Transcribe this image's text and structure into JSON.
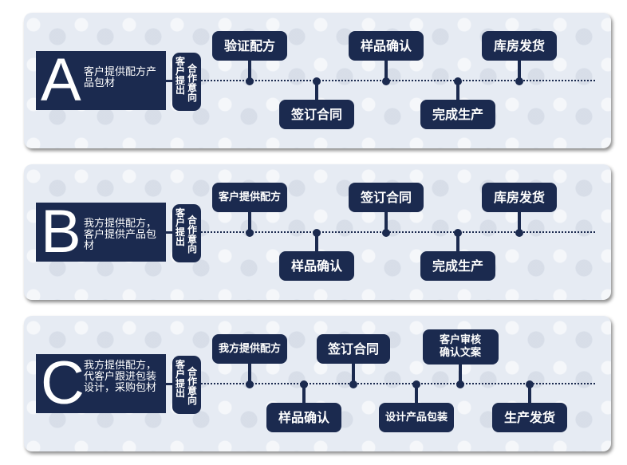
{
  "plans": [
    {
      "letter": "A",
      "description": "客户提供配方产品包材",
      "pill_left": "客户提出",
      "pill_right": "合作意向",
      "steps": [
        {
          "label": "验证配方",
          "pos": "top"
        },
        {
          "label": "签订合同",
          "pos": "bottom"
        },
        {
          "label": "样品确认",
          "pos": "top"
        },
        {
          "label": "完成生产",
          "pos": "bottom"
        },
        {
          "label": "库房发货",
          "pos": "top"
        }
      ]
    },
    {
      "letter": "B",
      "description": "我方提供配方，客户提供产品包材",
      "pill_left": "客户提出",
      "pill_right": "合作意向",
      "steps": [
        {
          "label": "客户提供配方",
          "pos": "top"
        },
        {
          "label": "样品确认",
          "pos": "bottom"
        },
        {
          "label": "签订合同",
          "pos": "top"
        },
        {
          "label": "完成生产",
          "pos": "bottom"
        },
        {
          "label": "库房发货",
          "pos": "top"
        }
      ]
    },
    {
      "letter": "C",
      "description": "我方提供配方，代客户跟进包装设计，采购包材",
      "pill_left": "客户提出",
      "pill_right": "合作意向",
      "steps": [
        {
          "label": "我方提供配方",
          "pos": "top"
        },
        {
          "label": "样品确认",
          "pos": "bottom"
        },
        {
          "label": "签订合同",
          "pos": "top"
        },
        {
          "label": "设计产品包装",
          "pos": "bottom"
        },
        {
          "label": "客户审核确认文案",
          "pos": "top"
        },
        {
          "label": "生产发货",
          "pos": "bottom"
        }
      ]
    }
  ],
  "colors": {
    "dark": "#1b2a4f",
    "panel": "#e6ebf3"
  }
}
